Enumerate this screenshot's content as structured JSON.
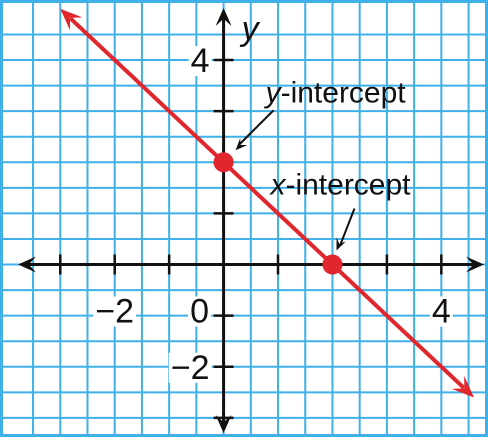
{
  "chart_data": {
    "type": "line",
    "xlabel": "",
    "ylabel": "y",
    "xlim": [
      -3.85,
      4.6
    ],
    "ylim": [
      -3.1,
      4.9
    ],
    "grid": true,
    "x_ticks": [
      -2,
      0,
      4
    ],
    "x_tick_labels": [
      "−2",
      "0",
      "4"
    ],
    "y_ticks": [
      4,
      -2
    ],
    "y_tick_labels": [
      "4",
      "−2"
    ],
    "line": {
      "slope": -1,
      "intercept": 2,
      "x_range": [
        -3,
        4.6
      ]
    },
    "points": [
      {
        "x": 0,
        "y": 2,
        "label_var": "y",
        "label_rest": "-intercept"
      },
      {
        "x": 2,
        "y": 0,
        "label_var": "x",
        "label_rest": "-intercept"
      }
    ],
    "colors": {
      "grid": "#3fb0e8",
      "line": "#e1262d",
      "axis": "#111111",
      "background": "#ffffff"
    }
  }
}
